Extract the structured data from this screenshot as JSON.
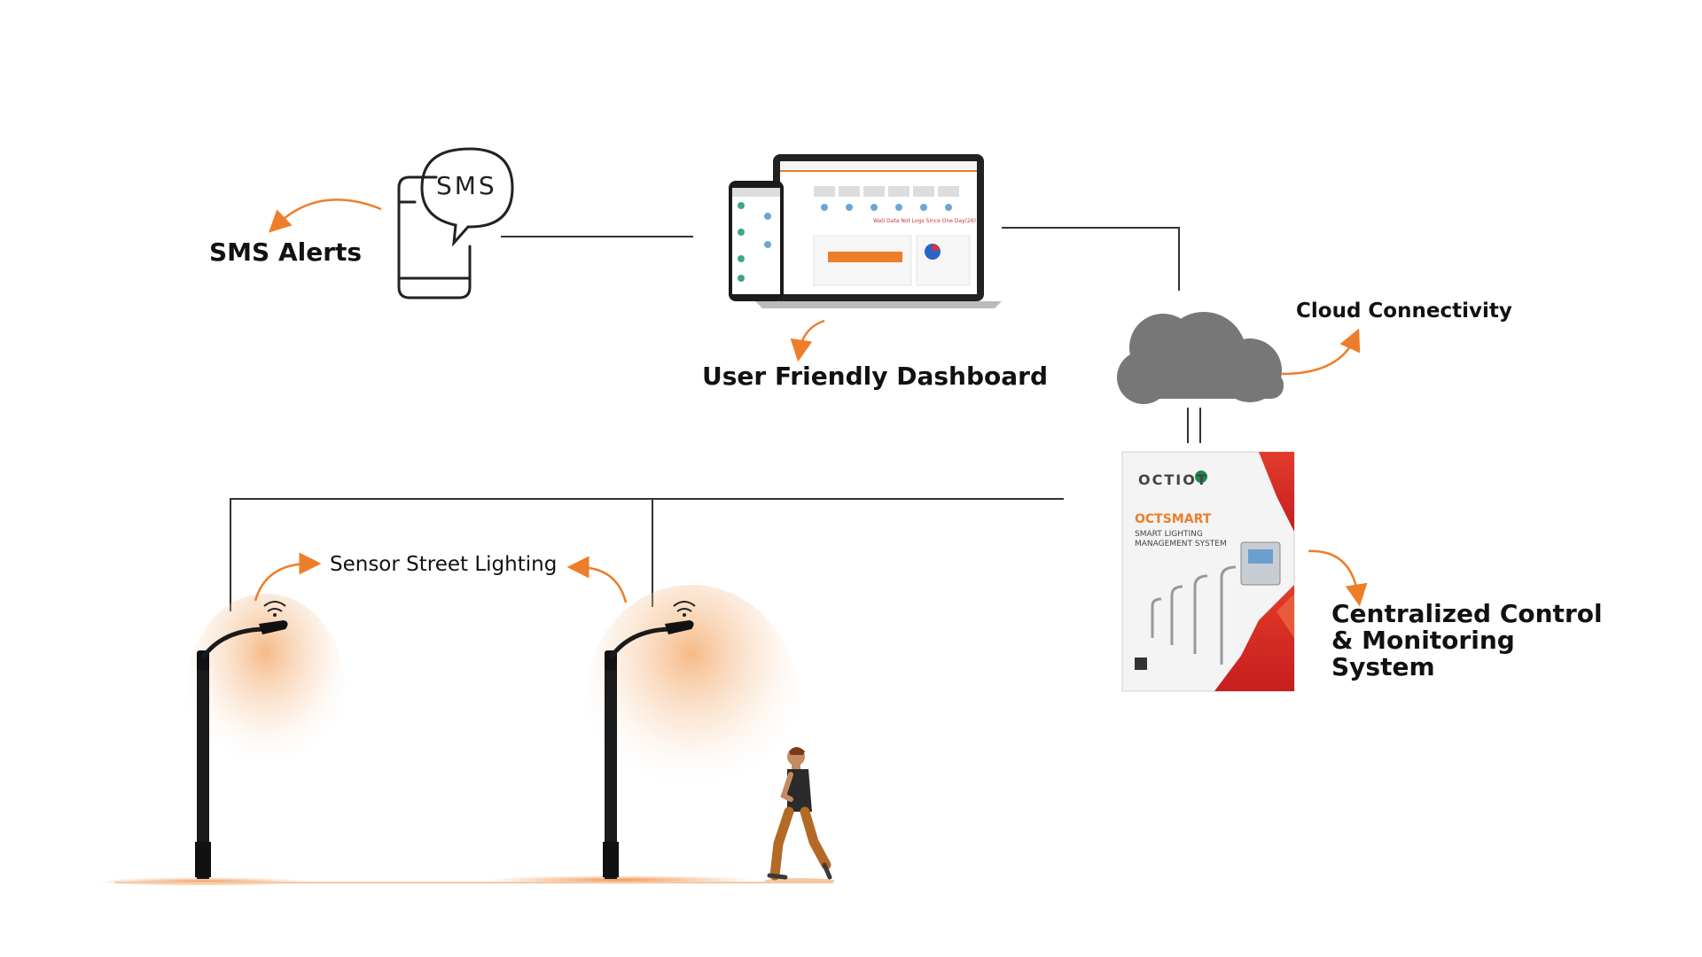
{
  "labels": {
    "sms_alerts": "SMS Alerts",
    "dashboard": "User Friendly Dashboard",
    "cloud": "Cloud Connectivity",
    "street_lighting": "Sensor Street Lighting",
    "central_line1": "Centralized Control",
    "central_line2": "& Monitoring",
    "central_line3": "System"
  },
  "sms_bubble": "SMS",
  "panel": {
    "brand": "OCTIOT",
    "product": "OCTSMART",
    "subtitle_line1": "SMART LIGHTING",
    "subtitle_line2": "MANAGEMENT SYSTEM"
  },
  "dashboard_banner": "Wati Data Not Logs Since One Day(26)",
  "colors": {
    "accent": "#ee7d2a",
    "line": "#333333",
    "cloud": "#777777",
    "text": "#111111"
  }
}
